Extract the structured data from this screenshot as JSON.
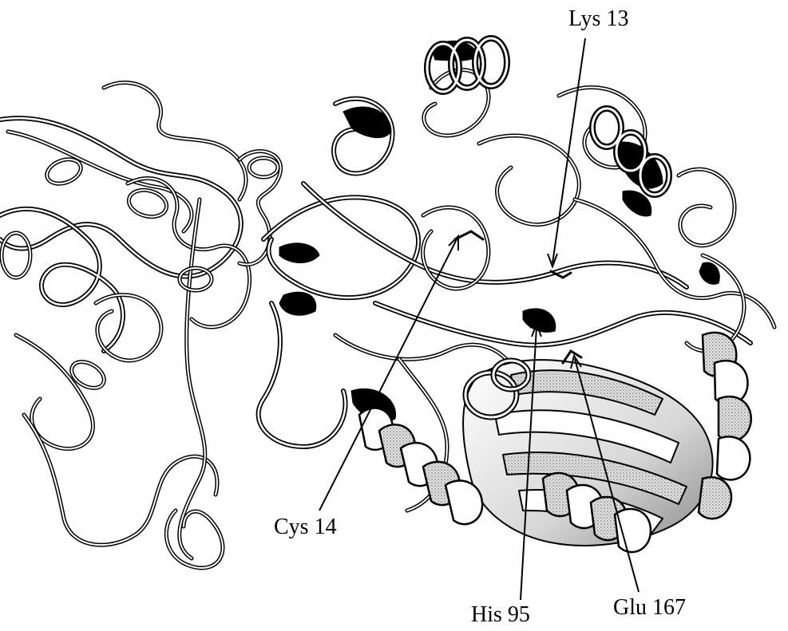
{
  "labels": {
    "lys": "Lys 13",
    "cys": "Cys 14",
    "his": "His 95",
    "glu": "Glu 167"
  },
  "colors": {
    "ink": "#000000",
    "ribbon_fill": "#ffffff",
    "shade_light": "#d8d8d8",
    "shade_dark": "#8a8a8a"
  },
  "icons": [
    "protein-ribbon",
    "alpha-helix",
    "pointer-line"
  ]
}
